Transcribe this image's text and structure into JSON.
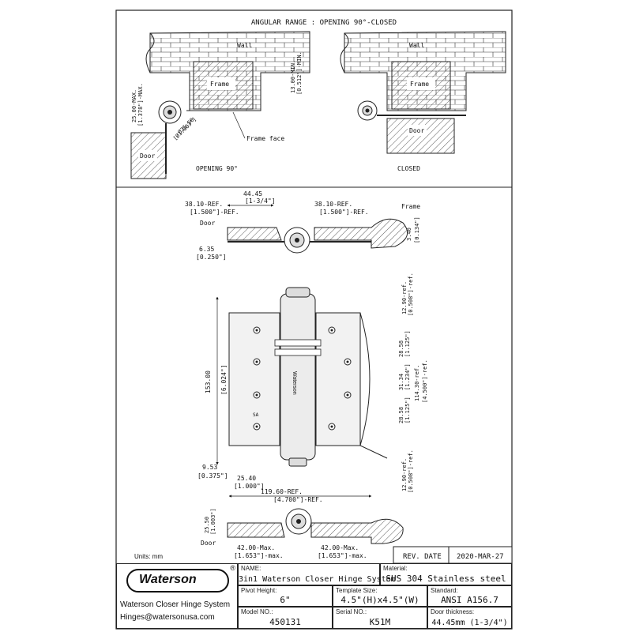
{
  "views": {
    "angular_range_title": "ANGULAR RANGE : OPENING 90°-CLOSED",
    "wall_label": "Wall",
    "frame_label": "Frame",
    "door_label": "Door",
    "frame_face_label": "Frame face",
    "opening_label": "OPENING 90°",
    "closed_label": "CLOSED"
  },
  "dims": {
    "top": {
      "d25_mm": "25.00-MAX.",
      "d25_in": "[1.378\"]-MAX.",
      "d13_mm": "13.00-MIN.",
      "d13_in": "[0.512\"]-MIN.",
      "dia_mm": "Ø25.50",
      "dia_in": "[Ø1.003\"]"
    },
    "plan": {
      "ref38_left_mm": "38.10-REF.",
      "ref38_left_in": "[1.500\"]-REF.",
      "w44_mm": "44.45",
      "w44_in": "[1-3/4\"]",
      "ref38_right_mm": "38.10-REF.",
      "ref38_right_in": "[1.500\"]-REF.",
      "d3_40_mm": "3.40",
      "d3_40_in": "[0.134\"]",
      "d6_35_mm": "6.35",
      "d6_35_in": "[0.250\"]"
    },
    "front": {
      "h153_mm": "153.00",
      "h153_in": "[6.024\"]",
      "d12_90_top_mm": "12.90-ref.",
      "d12_90_top_in": "[0.508\"]-ref.",
      "d28_58_a_mm": "28.58",
      "d28_58_a_in": "[1.125\"]",
      "d31_34_mm": "31.34",
      "d31_34_in": "[1.234\"]",
      "d28_58_b_mm": "28.58",
      "d28_58_b_in": "[1.125\"]",
      "d114_30_mm": "114.30-ref.",
      "d114_30_in": "[4.500\"]-ref.",
      "d12_90_bot_mm": "12.90-ref.",
      "d12_90_bot_in": "[0.508\"]-ref.",
      "d9_53_mm": "9.53",
      "d9_53_in": "[0.375\"]",
      "d25_40_mm": "25.40",
      "d25_40_in": "[1.000\"]",
      "d119_60_mm": "119.60-REF.",
      "d119_60_in": "[4.700\"]-REF.",
      "brand_mark": "Waterson",
      "stamp": "SA"
    },
    "bottom": {
      "d25_50_mm": "25.50",
      "d25_50_in": "[1.003\"]",
      "d42_left_mm": "42.00-Max.",
      "d42_left_in": "[1.653\"]-max.",
      "d42_right_mm": "42.00-Max.",
      "d42_right_in": "[1.653\"]-max."
    }
  },
  "units_label": "Units: mm",
  "title_block": {
    "rev_date_label": "REV. DATE",
    "rev_date_value": "2020-MAR-27",
    "logo_text": "Waterson",
    "logo_mark": "®",
    "company_line": "Waterson Closer Hinge System",
    "email": "Hinges@watersonusa.com",
    "name_label": "NAME:",
    "name_value": "3in1 Waterson Closer Hinge System",
    "material_label": "Material:",
    "material_value": "SUS 304 Stainless steel",
    "pivot_label": "Pivot Height:",
    "pivot_value": "6\"",
    "template_label": "Template Size:",
    "template_value": "4.5\"(H)x4.5\"(W)",
    "standard_label": "Standard:",
    "standard_value": "ANSI A156.7",
    "model_label": "Model NO.:",
    "model_value": "450131",
    "serial_label": "Serial NO.:",
    "serial_value": "K51M",
    "door_thickness_label": "Door thickness:",
    "door_thickness_value": "44.45mm (1-3/4\")"
  }
}
